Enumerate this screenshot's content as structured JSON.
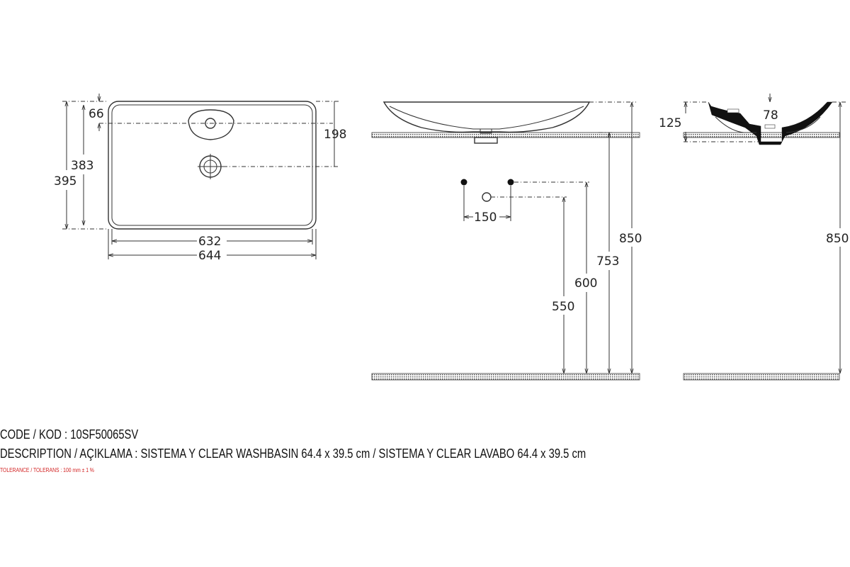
{
  "plan_view": {
    "dim_66": "66",
    "dim_198": "198",
    "dim_383": "383",
    "dim_395": "395",
    "dim_632": "632",
    "dim_644": "644"
  },
  "front_view": {
    "dim_150": "150",
    "dim_550": "550",
    "dim_600": "600",
    "dim_753": "753",
    "dim_850": "850"
  },
  "side_view": {
    "dim_125": "125",
    "dim_78": "78",
    "dim_850": "850"
  },
  "footer": {
    "code": "CODE / KOD : 10SF50065SV",
    "description": "DESCRIPTION / AÇIKLAMA : SISTEMA Y CLEAR WASHBASIN 64.4 x 39.5 cm / SISTEMA Y CLEAR LAVABO 64.4 x 39.5 cm",
    "tolerance": "TOLERANCE / TOLERANS : 100 mm ± 1 %"
  },
  "colors": {
    "line": "#333333",
    "tolerance_text": "#d22020"
  }
}
